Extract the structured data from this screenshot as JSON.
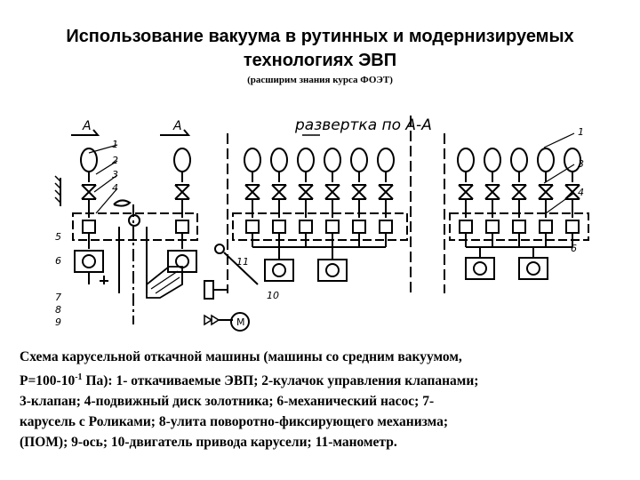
{
  "title_line1": "Использование вакуума в рутинных и модернизируемых",
  "title_line2": "технологиях ЭВП",
  "subtitle": "(расширим знания курса ФОЭТ)",
  "diagram": {
    "section_label_left1": "A",
    "section_label_left2": "A",
    "scan_label": "развертка по А-А",
    "labels": {
      "n1": "1",
      "n2": "2",
      "n3": "3",
      "n4": "4",
      "n5": "5",
      "n6": "6",
      "n7": "7",
      "n8": "8",
      "n9": "9",
      "n10": "10",
      "n11": "11",
      "r1": "1",
      "r3": "3",
      "r4": "4",
      "r6": "6"
    },
    "motor_symbol": "M"
  },
  "caption": {
    "line1": "Схема карусельной откачной машины (машины со средним вакуумом,",
    "line2a": "Р=100-10",
    "line2_sup": "-1",
    "line2b": " Па): 1- откачиваемые ЭВП; 2-кулачок управления клапанами;",
    "line3": "3-клапан; 4-подвижный диск золотника; 6-механический насос; 7-",
    "line4": "карусель с Роликами; 8-улита поворотно-фиксирующего механизма;",
    "line5": "(ПОМ); 9-ось; 10-двигатель привода карусели; 11-манометр."
  }
}
